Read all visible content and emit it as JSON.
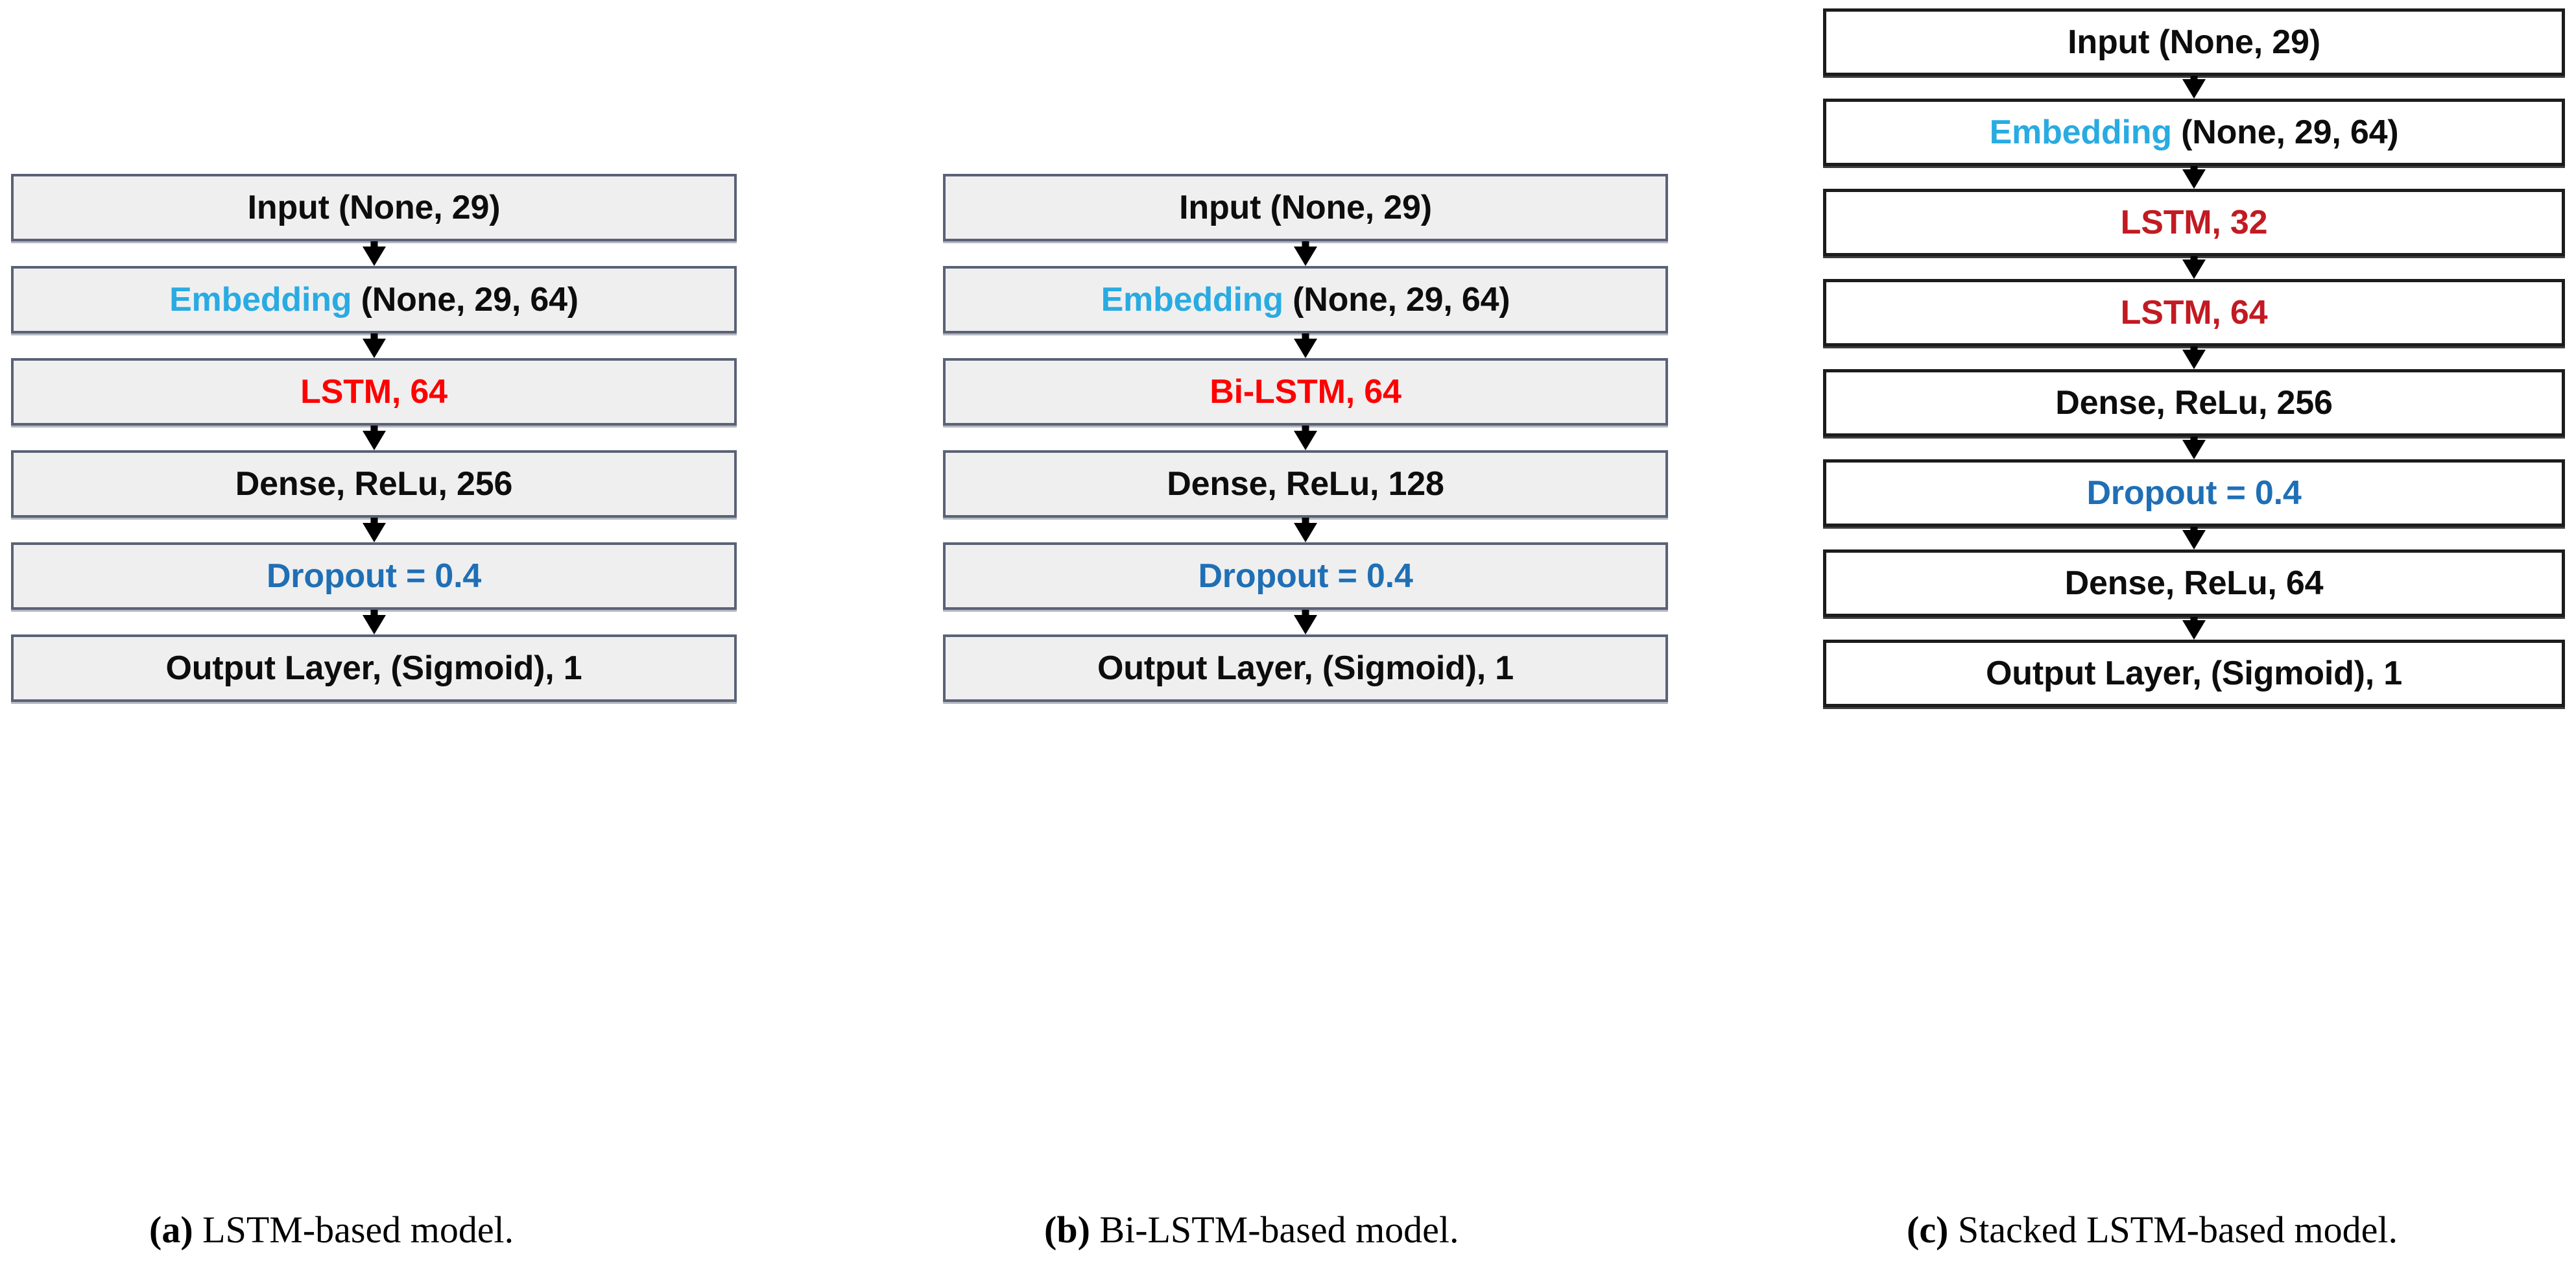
{
  "figure": {
    "kind": "neural-network-architecture-diagram",
    "panel_count": 3
  },
  "colors": {
    "black": "#0d0d0d",
    "embedding_cyan": "#29abe2",
    "lstm_red": "#fe0000",
    "lstm_crimson": "#c21a22",
    "dropout_blue": "#1f6fb5",
    "shaded_box_fill": "#efeff0",
    "shaded_box_border": "#5a6276",
    "plain_box_fill": "#ffffff",
    "plain_box_border": "#1c1c1c",
    "arrow": "#000000"
  },
  "panels": [
    {
      "id": "a",
      "caption_marker": "(a)",
      "caption_text": " LSTM-based model.",
      "box_style": "shaded",
      "layers": [
        {
          "name": "input-layer",
          "text": "Input (None, 29)",
          "parts": [
            {
              "t": "Input (None, 29)",
              "c": "black"
            }
          ]
        },
        {
          "name": "embedding-layer",
          "text": "Embedding (None, 29, 64)",
          "parts": [
            {
              "t": "Embedding ",
              "c": "cyan"
            },
            {
              "t": "(None, 29, 64)",
              "c": "black"
            }
          ]
        },
        {
          "name": "lstm-layer",
          "text": "LSTM, 64",
          "parts": [
            {
              "t": "LSTM, 64",
              "c": "red"
            }
          ]
        },
        {
          "name": "dense-layer",
          "text": "Dense, ReLu, 256",
          "parts": [
            {
              "t": "Dense, ReLu, 256",
              "c": "black"
            }
          ]
        },
        {
          "name": "dropout-layer",
          "text": "Dropout = 0.4",
          "parts": [
            {
              "t": "Dropout = 0.4",
              "c": "blue"
            }
          ]
        },
        {
          "name": "output-layer",
          "text": "Output Layer,  (Sigmoid), 1",
          "parts": [
            {
              "t": "Output Layer,  (Sigmoid), 1",
              "c": "black"
            }
          ]
        }
      ]
    },
    {
      "id": "b",
      "caption_marker": "(b)",
      "caption_text": " Bi-LSTM-based model.",
      "box_style": "shaded",
      "layers": [
        {
          "name": "input-layer",
          "text": "Input (None, 29)",
          "parts": [
            {
              "t": "Input (None, 29)",
              "c": "black"
            }
          ]
        },
        {
          "name": "embedding-layer",
          "text": "Embedding (None, 29, 64)",
          "parts": [
            {
              "t": "Embedding ",
              "c": "cyan"
            },
            {
              "t": "(None, 29, 64)",
              "c": "black"
            }
          ]
        },
        {
          "name": "bilstm-layer",
          "text": "Bi-LSTM, 64",
          "parts": [
            {
              "t": "Bi-LSTM, 64",
              "c": "red"
            }
          ]
        },
        {
          "name": "dense-layer",
          "text": "Dense, ReLu, 128",
          "parts": [
            {
              "t": "Dense, ReLu, 128",
              "c": "black"
            }
          ]
        },
        {
          "name": "dropout-layer",
          "text": "Dropout = 0.4",
          "parts": [
            {
              "t": "Dropout = 0.4",
              "c": "blue"
            }
          ]
        },
        {
          "name": "output-layer",
          "text": "Output Layer,  (Sigmoid), 1",
          "parts": [
            {
              "t": "Output Layer,  (Sigmoid), 1",
              "c": "black"
            }
          ]
        }
      ]
    },
    {
      "id": "c",
      "caption_marker": "(c)",
      "caption_text": " Stacked LSTM-based model.",
      "box_style": "plain",
      "layers": [
        {
          "name": "input-layer",
          "text": "Input (None, 29)",
          "parts": [
            {
              "t": "Input (None, 29)",
              "c": "black"
            }
          ]
        },
        {
          "name": "embedding-layer",
          "text": "Embedding (None, 29, 64)",
          "parts": [
            {
              "t": "Embedding ",
              "c": "cyan"
            },
            {
              "t": "(None, 29, 64)",
              "c": "black"
            }
          ]
        },
        {
          "name": "lstm-layer-1",
          "text": "LSTM, 32",
          "parts": [
            {
              "t": "LSTM, 32",
              "c": "crimson"
            }
          ]
        },
        {
          "name": "lstm-layer-2",
          "text": "LSTM, 64",
          "parts": [
            {
              "t": "LSTM, 64",
              "c": "crimson"
            }
          ]
        },
        {
          "name": "dense-layer-1",
          "text": "Dense, ReLu, 256",
          "parts": [
            {
              "t": "Dense, ReLu, 256",
              "c": "black"
            }
          ]
        },
        {
          "name": "dropout-layer",
          "text": "Dropout = 0.4",
          "parts": [
            {
              "t": "Dropout = 0.4",
              "c": "blue"
            }
          ]
        },
        {
          "name": "dense-layer-2",
          "text": "Dense, ReLu, 64",
          "parts": [
            {
              "t": "Dense, ReLu, 64",
              "c": "black"
            }
          ]
        },
        {
          "name": "output-layer",
          "text": "Output Layer,  (Sigmoid), 1",
          "parts": [
            {
              "t": "Output Layer,  (Sigmoid), 1",
              "c": "black"
            }
          ]
        }
      ]
    }
  ]
}
